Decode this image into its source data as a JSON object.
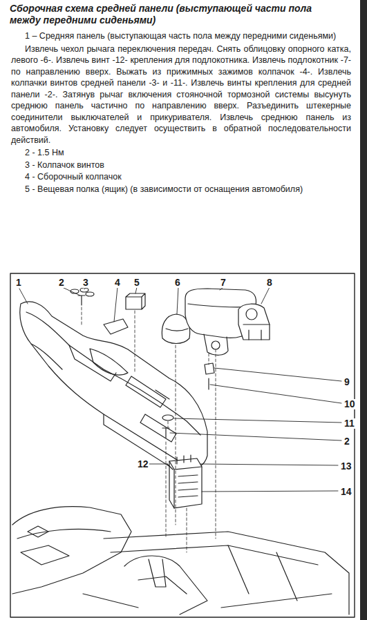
{
  "diagram": {
    "title": "Сборочная схема средней панели (выступающей части пола между передними сиденьями)",
    "labels": [
      "1 – Средняя панель (выступающая часть пола между передними сиденьями)",
      "Извлечь чехол рычага переключения передач. Снять облицовку опорного катка, левого -6-. Извлечь винт -12- крепления для подлокотника. Извлечь подлокотник -7- по направлению вверх. Выжать из прижимных зажимов колпачок -4-. Извлечь колпачки винтов средней панели -3- и -11-. Извлечь винты крепления для средней панели -2-. Затянув рычаг включения стояночной тормозной системы высунуть среднюю панель частично по направлению вверх. Разъединить штекерные соединители выключателей и прикуривателя. Извлечь среднюю панель из автомобиля. Установку следует осуществить в обратной последовательности действий.",
      "2 - 1.5 Нм",
      "3 - Колпачок винтов",
      "4 - Сборочный колпачок",
      "5 - Вещевая полка (ящик) (в зависимости от оснащения автомобиля)",
      "1",
      "2",
      "3",
      "4",
      "5",
      "6",
      "7",
      "8",
      "9",
      "10",
      "11",
      "2",
      "12",
      "13",
      "14"
    ]
  }
}
